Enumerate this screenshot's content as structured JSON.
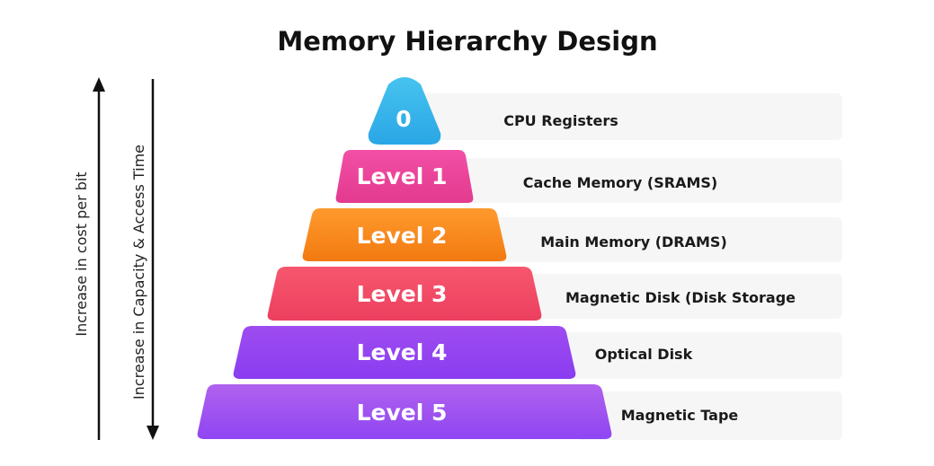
{
  "title": "Memory Hierarchy Design",
  "axes": {
    "left_up_label": "Increase in cost per bit",
    "right_down_label": "Increase in Capacity & Access Time"
  },
  "levels": [
    {
      "label": "0",
      "description": "CPU Registers",
      "color_top": "#46c3ee",
      "color_bottom": "#2aa6e6"
    },
    {
      "label": "Level 1",
      "description": "Cache Memory (SRAMS)",
      "color_top": "#f24fa6",
      "color_bottom": "#e23a8e"
    },
    {
      "label": "Level 2",
      "description": "Main Memory (DRAMS)",
      "color_top": "#ff9a2e",
      "color_bottom": "#f27a10"
    },
    {
      "label": "Level 3",
      "description": "Magnetic Disk (Disk Storage",
      "color_top": "#f7576e",
      "color_bottom": "#ec3f5f"
    },
    {
      "label": "Level 4",
      "description": "Optical Disk",
      "color_top": "#9e4cf0",
      "color_bottom": "#8a3df0"
    },
    {
      "label": "Level 5",
      "description": "Magnetic Tape",
      "color_top": "#b062ee",
      "color_bottom": "#8f45f2"
    }
  ],
  "colors": {
    "background": "#ffffff",
    "card": "#f6f6f6",
    "arrow": "#111111"
  }
}
